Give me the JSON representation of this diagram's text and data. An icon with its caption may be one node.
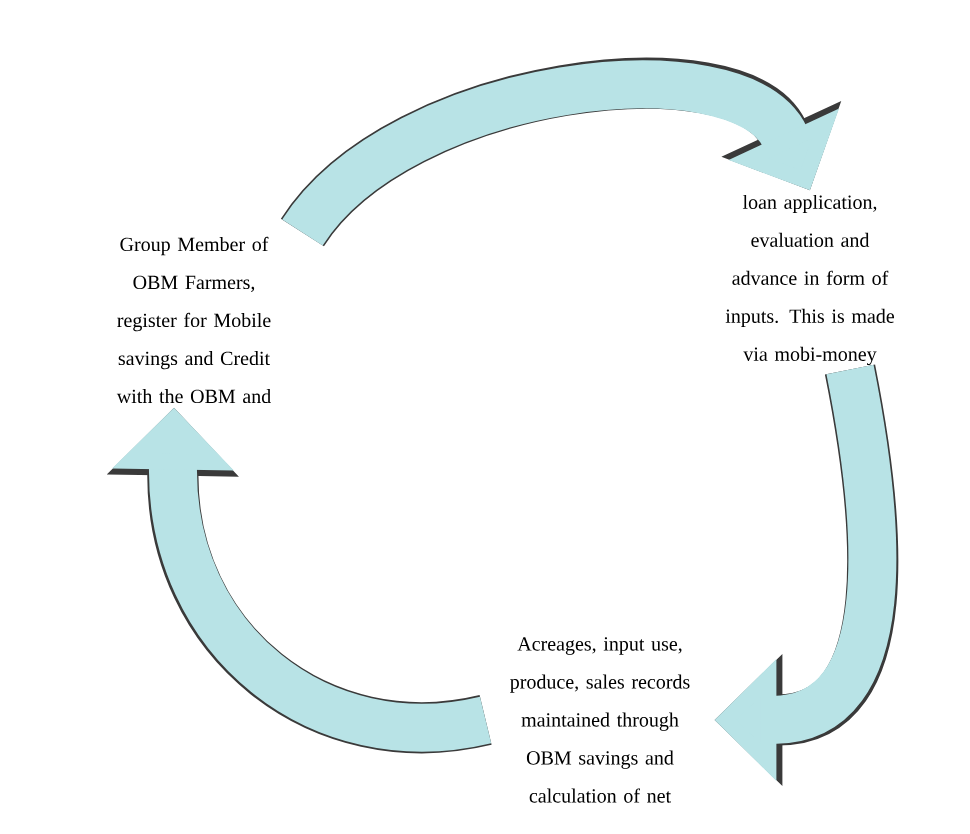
{
  "diagram": {
    "nodes": [
      {
        "text": [
          "Group Member of OBM Farmers, register for Mobile savings and Credit with the OBM  and"
        ]
      },
      {
        "text": [
          "loan application, evaluation and advance in form of inputs. This is made via mobi-money"
        ]
      },
      {
        "text": [
          "Acreages, input use, produce, sales records maintained through OBM savings and calculation of net"
        ]
      }
    ],
    "edges": [
      {
        "from": 0,
        "to": 1,
        "arrow": "to"
      },
      {
        "from": 1,
        "to": 2,
        "arrow": "to"
      },
      {
        "from": 2,
        "to": 0,
        "arrow": "to"
      }
    ]
  }
}
